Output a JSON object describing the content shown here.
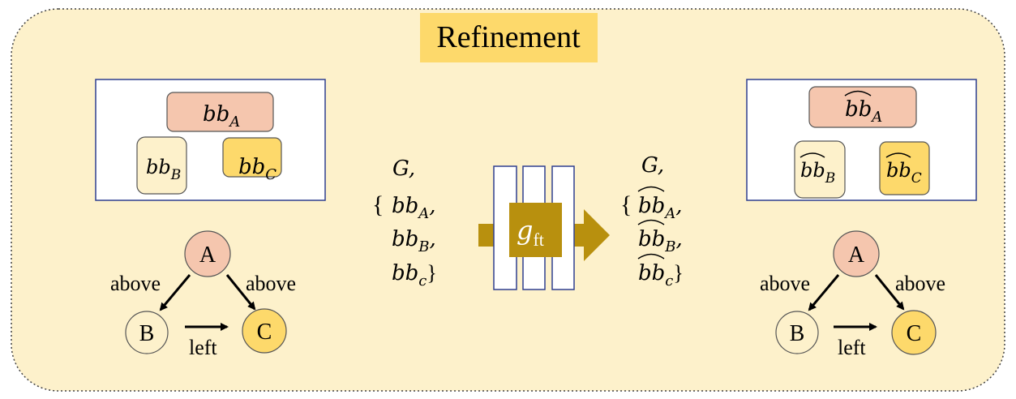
{
  "title": "Refinement",
  "left": {
    "boxes": [
      {
        "base": "bb",
        "sub": "A"
      },
      {
        "base": "bb",
        "sub": "B"
      },
      {
        "base": "bb",
        "sub": "C"
      }
    ],
    "graph": {
      "nodes": [
        "A",
        "B",
        "C"
      ],
      "edges": [
        {
          "label": "above"
        },
        {
          "label": "above"
        },
        {
          "label": "left"
        }
      ]
    }
  },
  "input_text": {
    "line1": "G,",
    "line2_prefix": "{",
    "line2": {
      "base": "bb",
      "sub": "A",
      "suffix": ","
    },
    "line3": {
      "base": "bb",
      "sub": "B",
      "suffix": ","
    },
    "line4": {
      "base": "bb",
      "sub": "c",
      "suffix": "}"
    }
  },
  "model": {
    "base": "g",
    "sub": "ft"
  },
  "output_text": {
    "line1": "G,",
    "line2_prefix": "{",
    "line2": {
      "base": "bb",
      "sub": "A",
      "suffix": ","
    },
    "line3": {
      "base": "bb",
      "sub": "B",
      "suffix": ","
    },
    "line4": {
      "base": "bb",
      "sub": "c",
      "suffix": "}"
    }
  },
  "right": {
    "boxes": [
      {
        "base": "bb",
        "sub": "A"
      },
      {
        "base": "bb",
        "sub": "B"
      },
      {
        "base": "bb",
        "sub": "C"
      }
    ],
    "graph": {
      "nodes": [
        "A",
        "B",
        "C"
      ],
      "edges": [
        {
          "label": "above"
        },
        {
          "label": "above"
        },
        {
          "label": "left"
        }
      ]
    }
  },
  "colors": {
    "background": "#fdf1cb",
    "title_bg": "#fdd96b",
    "box_a": "#f5c6ae",
    "box_b": "#fdf1cb",
    "box_c": "#fdd96b",
    "model": "#b8900e",
    "frame": "#2f3f8f"
  }
}
